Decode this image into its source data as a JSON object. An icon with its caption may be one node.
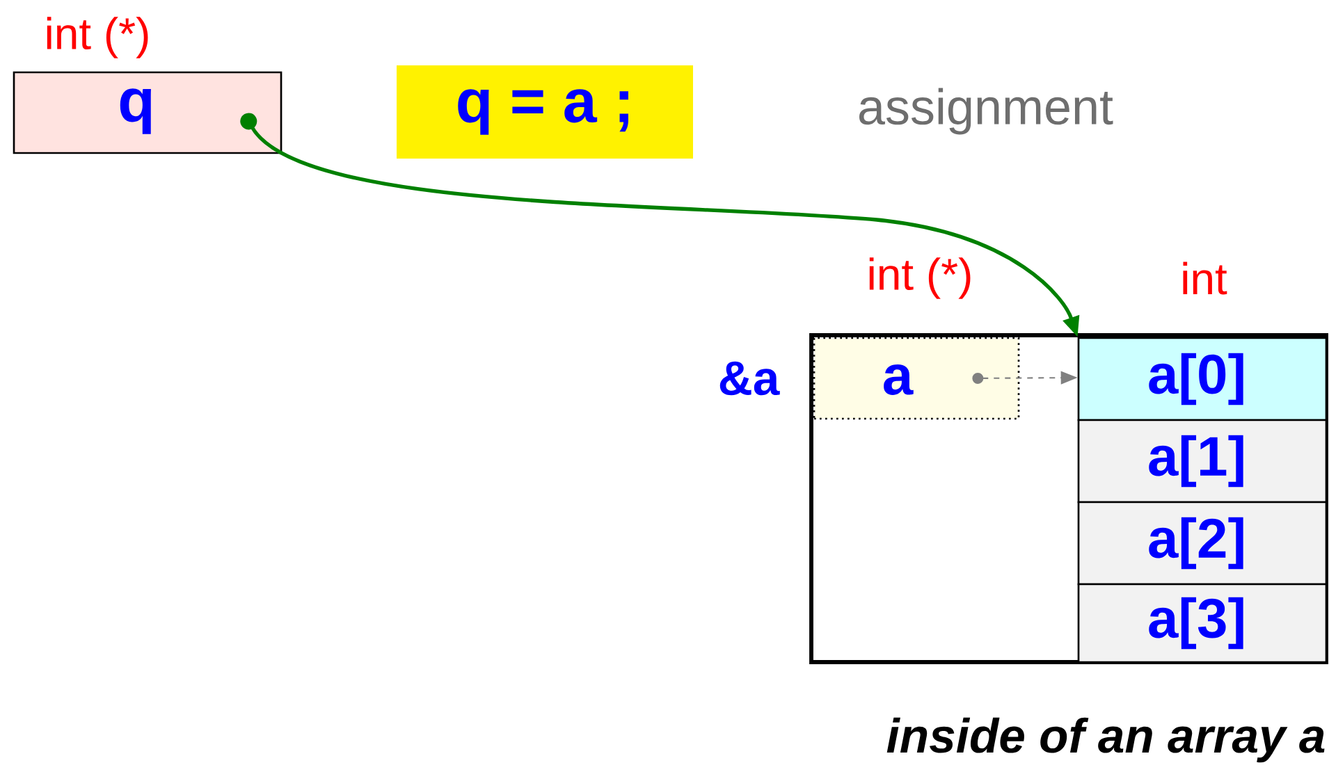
{
  "diagram": {
    "caption": "inside of an array a",
    "nodes": [
      {
        "text": [
          "q"
        ],
        "beside": [
          "int (*)"
        ]
      },
      {
        "text": [
          "q = a ;"
        ]
      },
      {
        "text": [],
        "shape": "box"
      },
      {
        "text": [
          "a"
        ],
        "beside": [
          "int (*)"
        ],
        "in": 2
      },
      {
        "text": [
          "a[0]"
        ],
        "in": 2
      },
      {
        "text": [
          "a[1]"
        ],
        "in": 2
      },
      {
        "text": [
          "a[2]"
        ],
        "in": 2
      },
      {
        "text": [
          "a[3]"
        ],
        "in": 2
      }
    ],
    "edges": [
      {
        "from": 0,
        "to": 4,
        "arrow": "to",
        "style": "thick",
        "color": "#008000"
      },
      {
        "from": 3,
        "to": 4,
        "arrow": "to",
        "style": "dashed",
        "color": "#808080"
      }
    ],
    "labels": [
      "assignment",
      "&a",
      "int"
    ]
  }
}
